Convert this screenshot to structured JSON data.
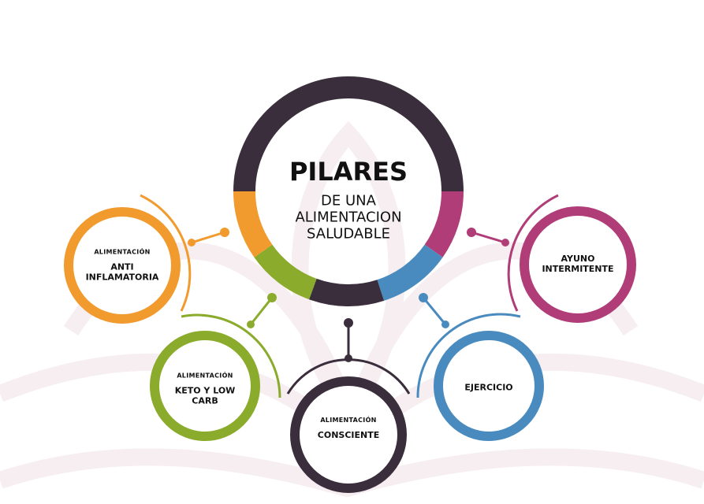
{
  "title": {
    "main": "PILARES",
    "line1": "DE UNA",
    "line2": "ALIMENTACION",
    "line3": "SALUDABLE"
  },
  "pillars": [
    {
      "label_small": "ALIMENTACIÓN",
      "label_line1": "ANTI",
      "label_line2": "INFLAMATORIA",
      "color": "#f19a2e"
    },
    {
      "label_small": "ALIMENTACIÓN",
      "label_line1": "KETO Y LOW",
      "label_line2": "CARB",
      "color": "#8aab2b"
    },
    {
      "label_small": "ALIMENTACIÓN",
      "label_line1": "CONSCIENTE",
      "color": "#3a2d3c"
    },
    {
      "label_line1": "EJERCICIO",
      "color": "#4a8bbf"
    },
    {
      "label_line1": "AYUNO",
      "label_line2": "INTERMITENTE",
      "color": "#b03d78"
    }
  ],
  "center_ring_color": "#3a2d3c"
}
